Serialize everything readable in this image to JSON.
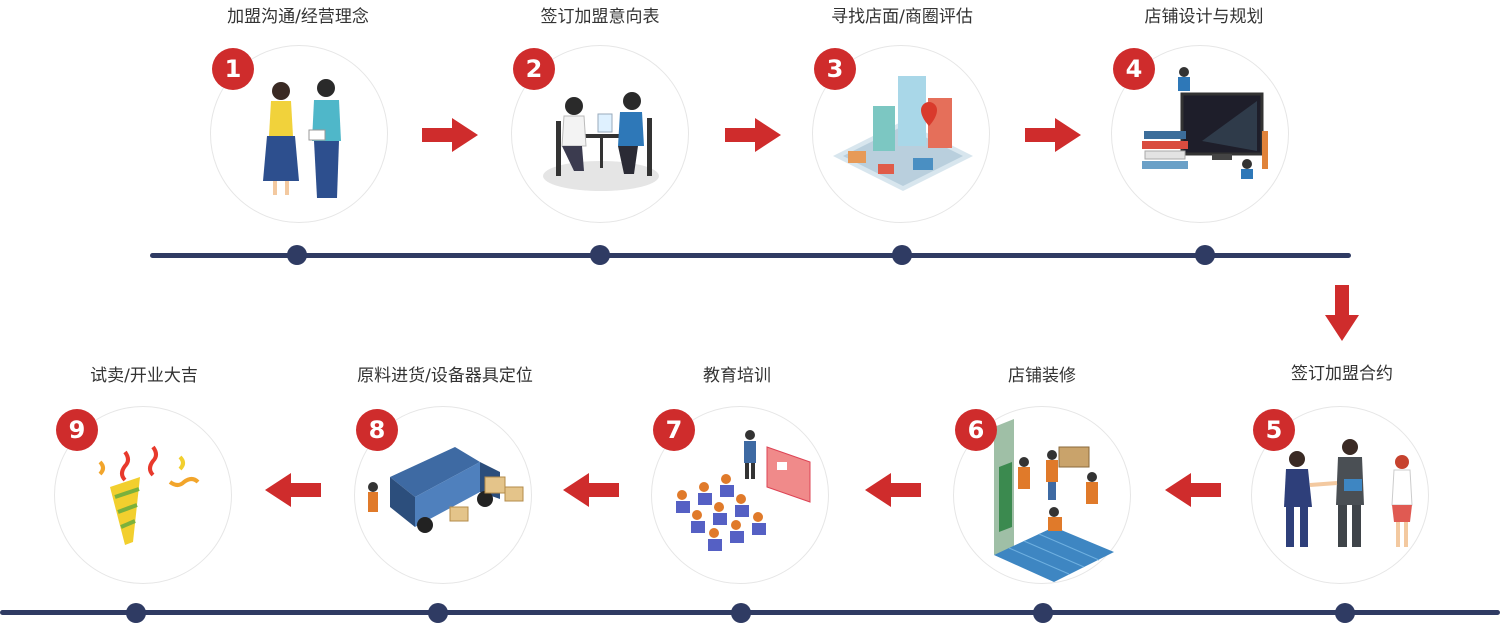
{
  "steps": [
    {
      "number": "1",
      "title": "加盟沟通/经营理念"
    },
    {
      "number": "2",
      "title": "签订加盟意向表"
    },
    {
      "number": "3",
      "title": "寻找店面/商圈评估"
    },
    {
      "number": "4",
      "title": "店铺设计与规划"
    },
    {
      "number": "5",
      "title": "签订加盟合约"
    },
    {
      "number": "6",
      "title": "店铺装修"
    },
    {
      "number": "7",
      "title": "教育培训"
    },
    {
      "number": "8",
      "title": "原料进货/设备器具定位"
    },
    {
      "number": "9",
      "title": "试卖/开业大吉"
    }
  ],
  "colors": {
    "accent": "#cf2c2c",
    "timeline": "#2f3b63",
    "text": "#333333"
  }
}
